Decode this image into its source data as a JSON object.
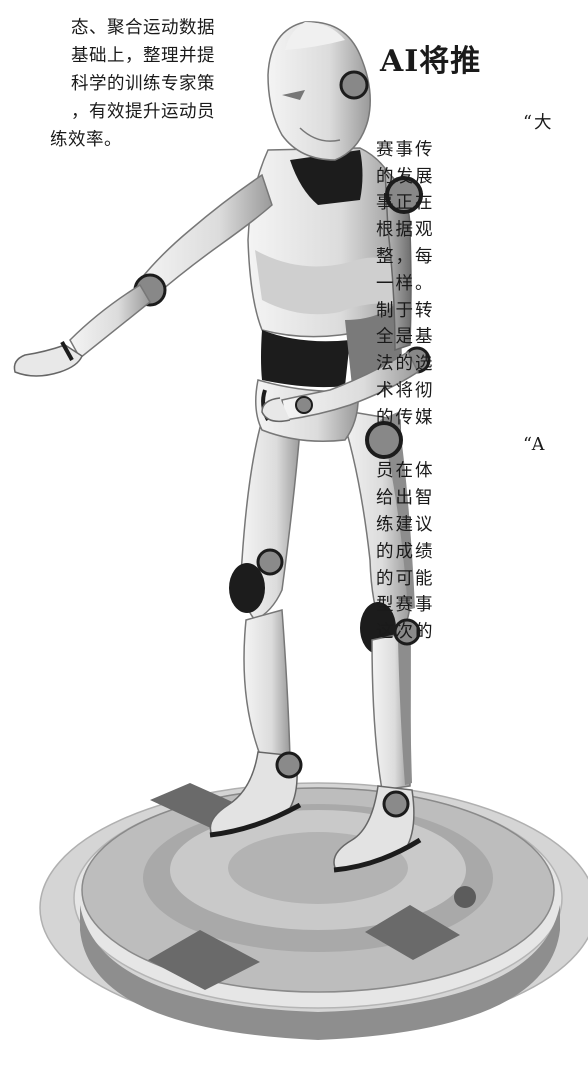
{
  "left_column": {
    "lines": [
      "态、聚合运动数据",
      "基础上，整理并提",
      "科学的训练专家策",
      "，有效提升运动员",
      "练效率。"
    ]
  },
  "right_column": {
    "headline": "AI将推",
    "lines": [
      "“大",
      "赛事传",
      "的发展",
      "事正在",
      "根据观",
      "整，每",
      "一样。",
      "制于转",
      "全是基",
      "法的选",
      "术将彻",
      "的传媒",
      "“A",
      "员在体",
      "给出智",
      "练建议",
      "的成绩",
      "的可能",
      "型赛事",
      "这次的"
    ]
  },
  "illustration": {
    "subject": "humanoid-robot-on-platform"
  }
}
